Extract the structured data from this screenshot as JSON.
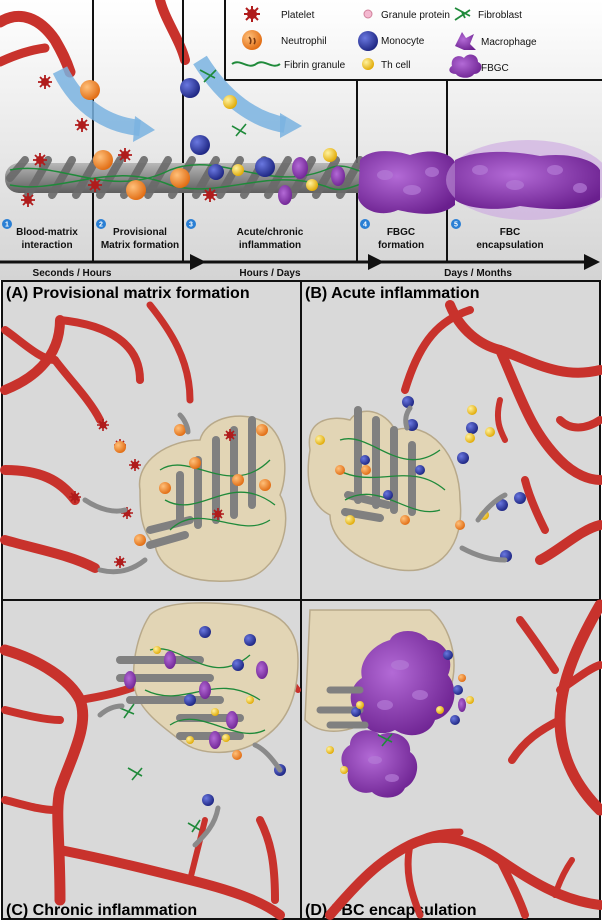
{
  "legend": {
    "platelet": "Platelet",
    "neutrophil": "Neutrophil",
    "fibrin_granule": "Fibrin granule",
    "granule_protein": "Granule protein",
    "monocyte": "Monocyte",
    "th_cell": "Th cell",
    "fibroblast": "Fibroblast",
    "macrophage": "Macrophage",
    "fbgc": "FBGC"
  },
  "stages": [
    {
      "number": "1",
      "line1": "Blood-matrix",
      "line2": "interaction"
    },
    {
      "number": "2",
      "line1": "Provisional",
      "line2": "Matrix formation"
    },
    {
      "number": "3",
      "line1": "Acute/chronic",
      "line2": "inflammation"
    },
    {
      "number": "4",
      "line1": "FBGC",
      "line2": "formation"
    },
    {
      "number": "5",
      "line1": "FBC",
      "line2": "encapsulation"
    }
  ],
  "timeline": {
    "seconds_hours": "Seconds / Hours",
    "hours_days": "Hours / Days",
    "days_months": "Days / Months"
  },
  "panels": {
    "a": "(A) Provisional matrix formation",
    "b": "(B) Acute inflammation",
    "c": "(C) Chronic inflammation",
    "d": "(D) FBC encapsulation"
  },
  "colors": {
    "vessel": "#c8322c",
    "neutrophil": "#f08a2a",
    "monocyte": "#2e3aa8",
    "th_cell": "#f2c21a",
    "macrophage": "#8a2fb0",
    "fibrin": "#1f8a3a",
    "fiber": "#8e8e8e",
    "implant": "#e2d5b5",
    "background": "#d9d9d9"
  }
}
